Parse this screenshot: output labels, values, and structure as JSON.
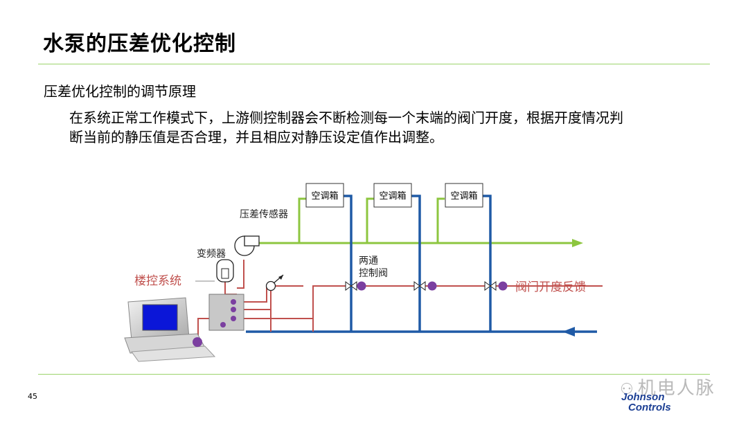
{
  "slide": {
    "title": "水泵的压差优化控制",
    "subtitle": "压差优化控制的调节原理",
    "body_line1": "在系统正常工作模式下，上游侧控制器会不断检测每一个末端的阀门开度，根据开度情况判",
    "body_line2": "断当前的静压值是否合理，并且相应对静压设定值作出调整。",
    "page_number": "45"
  },
  "diagram": {
    "ahu_labels": [
      "空调箱",
      "空调箱",
      "空调箱"
    ],
    "dp_sensor_label": "压差传感器",
    "vfd_label": "变频器",
    "bms_label": "楼控系统",
    "valve_label_line1": "两通",
    "valve_label_line2": "控制阀",
    "feedback_label": "阀门开度反馈",
    "colors": {
      "supply_pipe": "#8dc63f",
      "return_pipe": "#1f5aa6",
      "signal_line": "#c0504d",
      "actuator": "#7b3fa0",
      "red_label": "#c0504d"
    }
  },
  "watermark": {
    "icon": "wechat-icon",
    "text": "机电人脉"
  },
  "logo": {
    "line1": "Johnson",
    "line2": "Controls"
  }
}
